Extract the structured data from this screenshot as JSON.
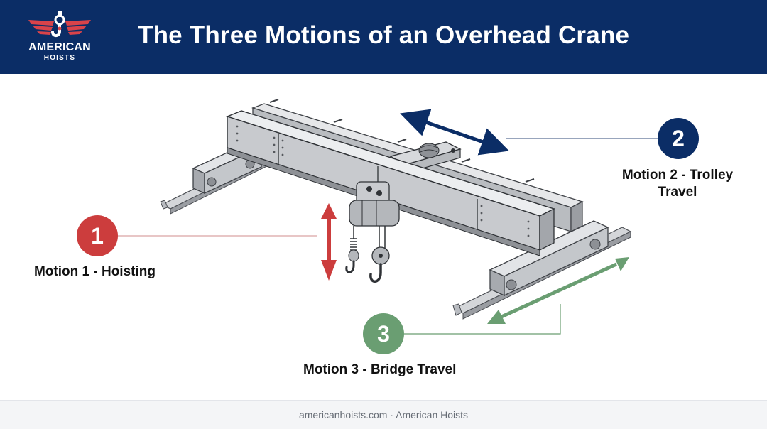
{
  "header": {
    "logo": {
      "word1": "AMERICAN",
      "word2": "HOISTS",
      "colors": {
        "wing": "#d9434a",
        "hook": "#ffffff"
      }
    },
    "title": "The Three Motions of an Overhead Crane"
  },
  "diagram": {
    "subject": "overhead bridge crane with hoist trolley and end trucks",
    "callouts": [
      {
        "number": "1",
        "label": "Motion 1 - Hoisting",
        "arrow": "vertical double arrow",
        "color": "#cc3d3d"
      },
      {
        "number": "2",
        "label": "Motion 2 - Trolley Travel",
        "arrow": "diagonal double arrow along bridge girder",
        "color": "#0b2d66"
      },
      {
        "number": "3",
        "label": "Motion 3 - Bridge Travel",
        "arrow": "diagonal double arrow along runway rail",
        "color": "#6a9e72"
      }
    ]
  },
  "footer": {
    "text": "americanhoists.com · American Hoists"
  }
}
